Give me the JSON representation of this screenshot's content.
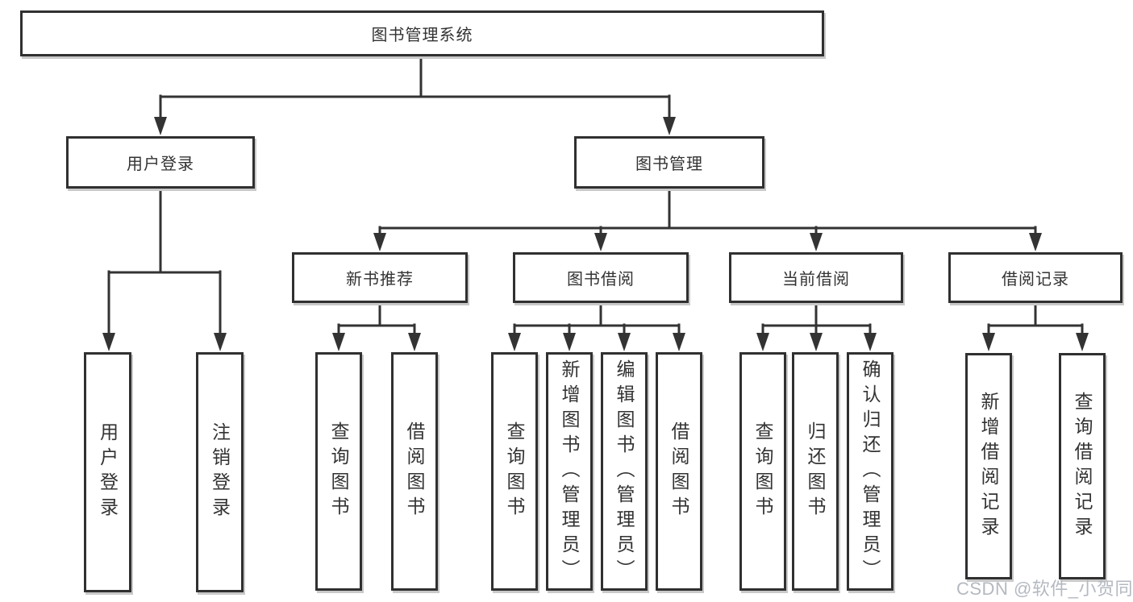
{
  "tree": {
    "root": {
      "label": "图书管理系统"
    },
    "branches": [
      {
        "label": "用户登录",
        "children": [
          {
            "label": "用户登录"
          },
          {
            "label": "注销登录"
          }
        ]
      },
      {
        "label": "图书管理",
        "children": [
          {
            "label": "新书推荐",
            "children": [
              {
                "label": "查询图书"
              },
              {
                "label": "借阅图书"
              }
            ]
          },
          {
            "label": "图书借阅",
            "children": [
              {
                "label": "查询图书"
              },
              {
                "label": "新增图书（管理员）"
              },
              {
                "label": "编辑图书（管理员）"
              },
              {
                "label": "借阅图书"
              }
            ]
          },
          {
            "label": "当前借阅",
            "children": [
              {
                "label": "查询图书"
              },
              {
                "label": "归还图书"
              },
              {
                "label": "确认归还（管理员）"
              }
            ]
          },
          {
            "label": "借阅记录",
            "children": [
              {
                "label": "新增借阅记录"
              },
              {
                "label": "查询借阅记录"
              }
            ]
          }
        ]
      }
    ]
  },
  "watermark": {
    "text": "CSDN @软件_小贺同学"
  },
  "colors": {
    "line": "#333333",
    "box_border": "#303030",
    "text": "#333333",
    "box_shadow": "#c9c9c9",
    "watermark_text": "#b4b9c0",
    "background": "#ffffff"
  }
}
